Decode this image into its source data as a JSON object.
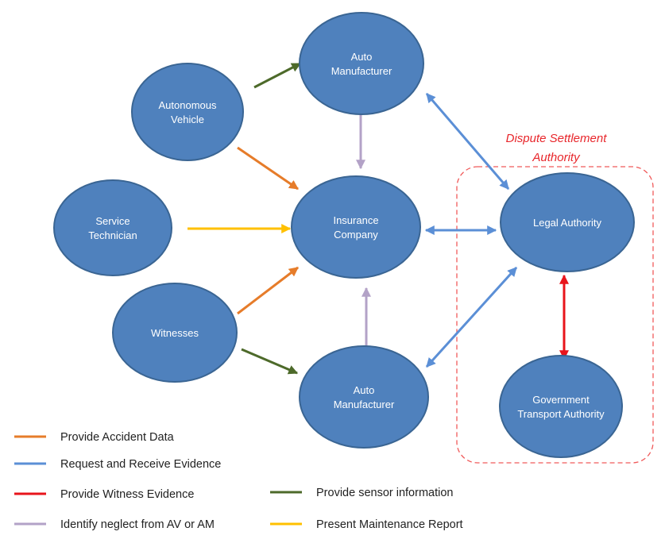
{
  "colors": {
    "orange": "#e67c2a",
    "blue": "#5b8fd6",
    "red": "#e8141b",
    "green": "#4d6a2a",
    "lavender": "#b3a2c7",
    "yellow": "#ffc000",
    "node_fill": "#4f81bd"
  },
  "nodes": {
    "auto_manufacturer_top": [
      "Auto",
      "Manufacturer"
    ],
    "autonomous_vehicle": [
      "Autonomous",
      "Vehicle"
    ],
    "service_technician": [
      "Service",
      "Technician"
    ],
    "insurance_company": [
      "Insurance",
      "Company"
    ],
    "witnesses": [
      "Witnesses"
    ],
    "auto_manufacturer_bottom": [
      "Auto",
      "Manufacturer"
    ],
    "legal_authority": [
      "Legal Authority"
    ],
    "government_transport_authority": [
      "Government",
      "Transport Authority"
    ]
  },
  "dispute_settlement": {
    "title_line1": "Dispute Settlement",
    "title_line2": "Authority"
  },
  "legend": [
    {
      "label": "Provide Accident Data",
      "color": "orange"
    },
    {
      "label": "Request and Receive Evidence",
      "color": "blue"
    },
    {
      "label": "Provide Witness Evidence",
      "color": "red"
    },
    {
      "label": "Identify neglect from AV or AM",
      "color": "lavender"
    },
    {
      "label": "Provide sensor information",
      "color": "green"
    },
    {
      "label": "Present Maintenance Report",
      "color": "yellow"
    }
  ],
  "edges": [
    {
      "from": "autonomous_vehicle",
      "to": "auto_manufacturer_top",
      "color": "green",
      "direction": "forward"
    },
    {
      "from": "witnesses",
      "to": "auto_manufacturer_bottom",
      "color": "green",
      "direction": "forward"
    },
    {
      "from": "autonomous_vehicle",
      "to": "insurance_company",
      "color": "orange",
      "direction": "forward"
    },
    {
      "from": "witnesses",
      "to": "insurance_company",
      "color": "orange",
      "direction": "forward"
    },
    {
      "from": "service_technician",
      "to": "insurance_company",
      "color": "yellow",
      "direction": "forward"
    },
    {
      "from": "auto_manufacturer_top",
      "to": "insurance_company",
      "color": "lavender",
      "direction": "forward"
    },
    {
      "from": "auto_manufacturer_bottom",
      "to": "insurance_company",
      "color": "lavender",
      "direction": "forward"
    },
    {
      "from": "insurance_company",
      "to": "legal_authority",
      "color": "blue",
      "direction": "both"
    },
    {
      "from": "auto_manufacturer_top",
      "to": "legal_authority",
      "color": "blue",
      "direction": "both"
    },
    {
      "from": "auto_manufacturer_bottom",
      "to": "legal_authority",
      "color": "blue",
      "direction": "both"
    },
    {
      "from": "legal_authority",
      "to": "government_transport_authority",
      "color": "red",
      "direction": "both"
    }
  ]
}
